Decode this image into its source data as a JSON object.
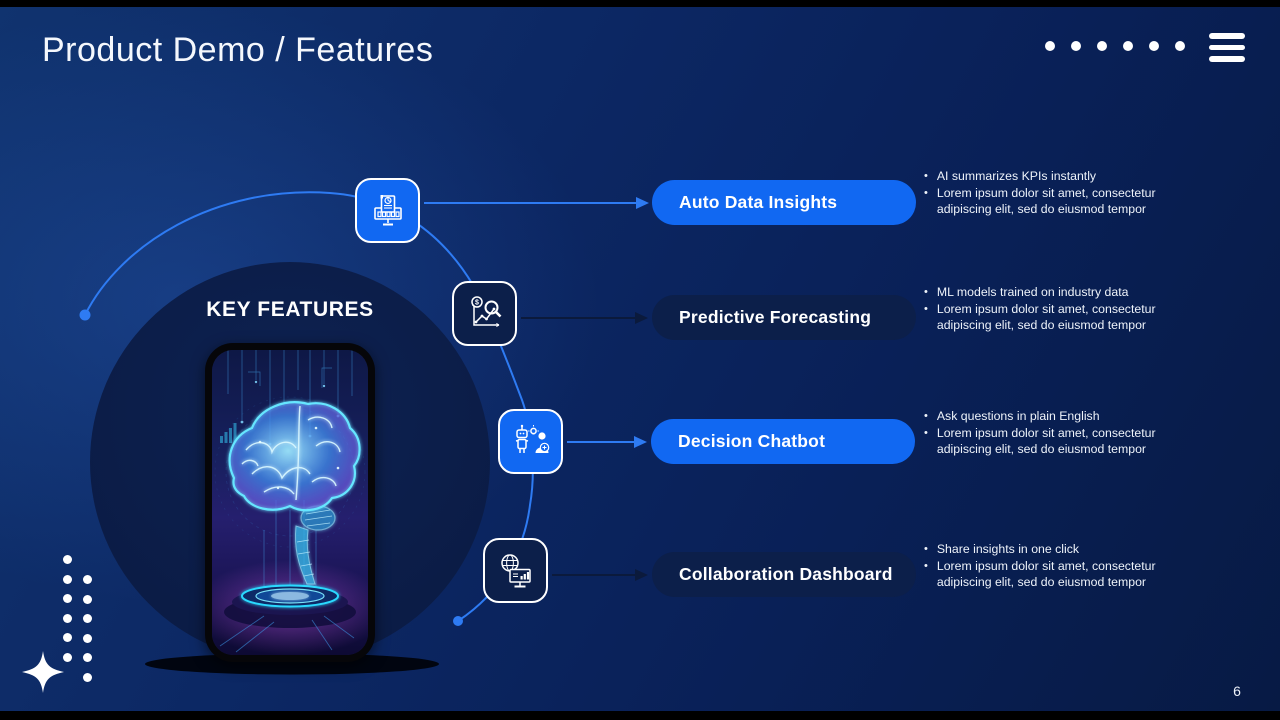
{
  "header": {
    "title": "Product Demo / Features",
    "dots_count": 6,
    "menu_icon": "hamburger-icon"
  },
  "hub": {
    "label": "KEY FEATURES",
    "image": "glowing-brain-hologram-phone"
  },
  "features": [
    {
      "label": "Auto Data Insights",
      "variant": "bright",
      "icon": "monitor-report-icon",
      "bullets": [
        "AI summarizes KPIs instantly",
        "Lorem ipsum dolor sit amet, consectetur adipiscing elit, sed do eiusmod tempor"
      ]
    },
    {
      "label": "Predictive Forecasting",
      "variant": "dark",
      "icon": "forecast-chart-icon",
      "bullets": [
        "ML models trained on industry data",
        "Lorem ipsum dolor sit amet, consectetur adipiscing elit, sed do eiusmod tempor"
      ]
    },
    {
      "label": "Decision Chatbot",
      "variant": "bright",
      "icon": "robot-person-icon",
      "bullets": [
        "Ask questions in plain English",
        "Lorem ipsum dolor sit amet, consectetur adipiscing elit, sed do eiusmod tempor"
      ]
    },
    {
      "label": "Collaboration Dashboard",
      "variant": "dark",
      "icon": "globe-dashboard-icon",
      "bullets": [
        "Share insights in one click",
        "Lorem ipsum dolor sit amet, consectetur adipiscing elit, sed do eiusmod tempor"
      ]
    }
  ],
  "footer": {
    "page_number": "6"
  },
  "colors": {
    "accent_bright": "#1168f2",
    "panel_dark": "#0c1f4a",
    "connector_blue": "#2e7bf3",
    "connector_dark": "#0b1a3c",
    "background": "#0a2158",
    "brain_glow": "#5ee6ff"
  }
}
